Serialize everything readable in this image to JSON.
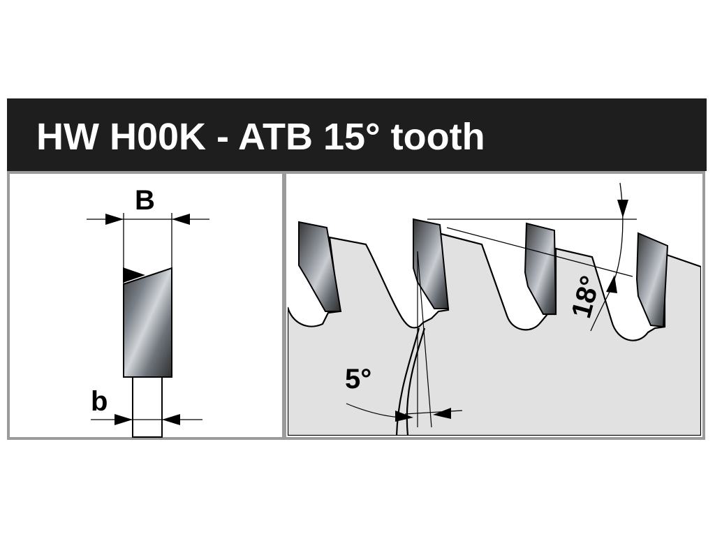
{
  "title": "HW H00K - ATB 15° tooth",
  "left_panel": {
    "label_width_top": "B",
    "label_width_bottom": "b"
  },
  "right_panel": {
    "angle_hook": "5°",
    "angle_bevel": "18°"
  },
  "colors": {
    "title_bar": "#1e1e1e",
    "title_text": "#ffffff",
    "frame": "#9b9b9b",
    "blade_fill": "#e1e1e1",
    "ink": "#000000"
  }
}
